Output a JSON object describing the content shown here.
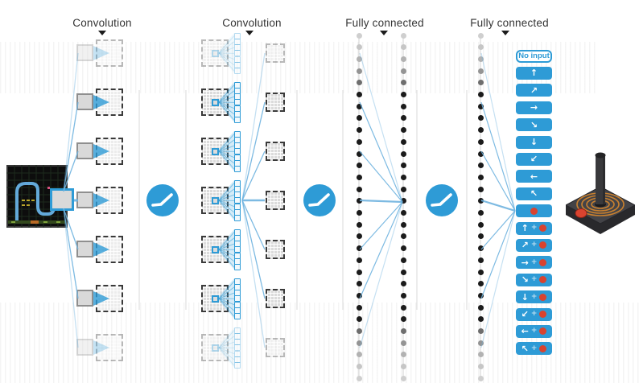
{
  "figure": {
    "labels": {
      "conv1": "Convolution",
      "conv2": "Convolution",
      "fc1": "Fully connected",
      "fc2": "Fully connected"
    }
  },
  "actions": {
    "no_input": "No input",
    "plus": "+",
    "directions": [
      "↑",
      "↗",
      "→",
      "↘",
      "↓",
      "↙",
      "←",
      "↖"
    ],
    "direction_names": [
      "up",
      "up-right",
      "right",
      "down-right",
      "down",
      "down-left",
      "left",
      "up-left"
    ],
    "sequence": [
      {
        "type": "no-input"
      },
      {
        "type": "move",
        "dir": 0
      },
      {
        "type": "move",
        "dir": 1
      },
      {
        "type": "move",
        "dir": 2
      },
      {
        "type": "move",
        "dir": 3
      },
      {
        "type": "move",
        "dir": 4
      },
      {
        "type": "move",
        "dir": 5
      },
      {
        "type": "move",
        "dir": 6
      },
      {
        "type": "move",
        "dir": 7
      },
      {
        "type": "fire"
      },
      {
        "type": "move-fire",
        "dir": 0
      },
      {
        "type": "move-fire",
        "dir": 1
      },
      {
        "type": "move-fire",
        "dir": 2
      },
      {
        "type": "move-fire",
        "dir": 3
      },
      {
        "type": "move-fire",
        "dir": 4
      },
      {
        "type": "move-fire",
        "dir": 5
      },
      {
        "type": "move-fire",
        "dir": 6
      },
      {
        "type": "move-fire",
        "dir": 7
      }
    ]
  },
  "network": {
    "conv1_feature_maps": 7,
    "conv2_feature_maps": 7,
    "conv2_output_maps": 7,
    "conv2_filter_cells": 7,
    "fc1_columns": 2,
    "fc_dots_per_column": 30,
    "fc2_dots": 30,
    "relu_units": 3,
    "faded_rows": [
      0,
      6
    ]
  },
  "colors": {
    "accent_blue": "#2E9BD6",
    "light_blue_line": "#6FB3DF",
    "fire_red": "#D9432F",
    "dot_black": "#1b1b1b",
    "dot_gray_shades": [
      "#cfcfcf",
      "#c6c6c6",
      "#b2b2b2",
      "#949494",
      "#6e6e6e"
    ],
    "map_fill_light": "#ececec",
    "map_fill_dark": "#dbdbdb",
    "separator_gray": "#d8d8d8",
    "ring_orange": "#C8802F"
  }
}
